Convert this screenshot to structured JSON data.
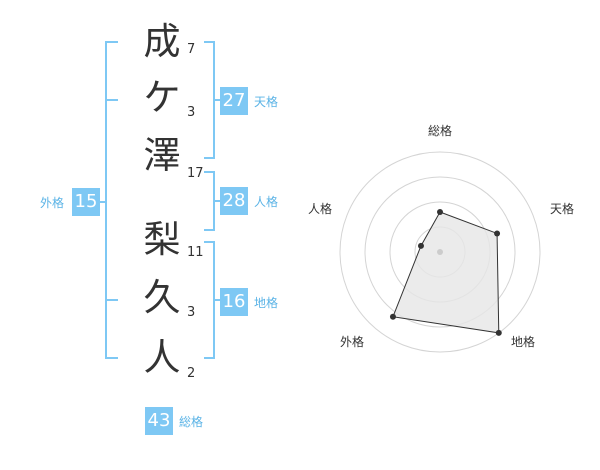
{
  "name": {
    "characters": [
      {
        "char": "成",
        "strokes": "7"
      },
      {
        "char": "ケ",
        "strokes": "3"
      },
      {
        "char": "澤",
        "strokes": "17"
      },
      {
        "char": "梨",
        "strokes": "11"
      },
      {
        "char": "久",
        "strokes": "3"
      },
      {
        "char": "人",
        "strokes": "2"
      }
    ]
  },
  "fortunes": {
    "tenkaku": {
      "value": "27",
      "label": "天格"
    },
    "jinkaku": {
      "value": "28",
      "label": "人格"
    },
    "chikaku": {
      "value": "16",
      "label": "地格"
    },
    "gaikaku": {
      "value": "15",
      "label": "外格"
    },
    "soukaku": {
      "value": "43",
      "label": "総格"
    }
  },
  "radar": {
    "axes": [
      "総格",
      "天格",
      "地格",
      "外格",
      "人格"
    ],
    "levels": 4,
    "values": [
      2,
      3,
      5,
      4,
      1
    ],
    "max": 5
  },
  "colors": {
    "accent": "#7ec8f4",
    "label_accent": "#5ab3e6",
    "bracket": "#7ec8f4",
    "text": "#333333",
    "ring": "#d4d4d4",
    "fill": "#e6e6e6"
  }
}
